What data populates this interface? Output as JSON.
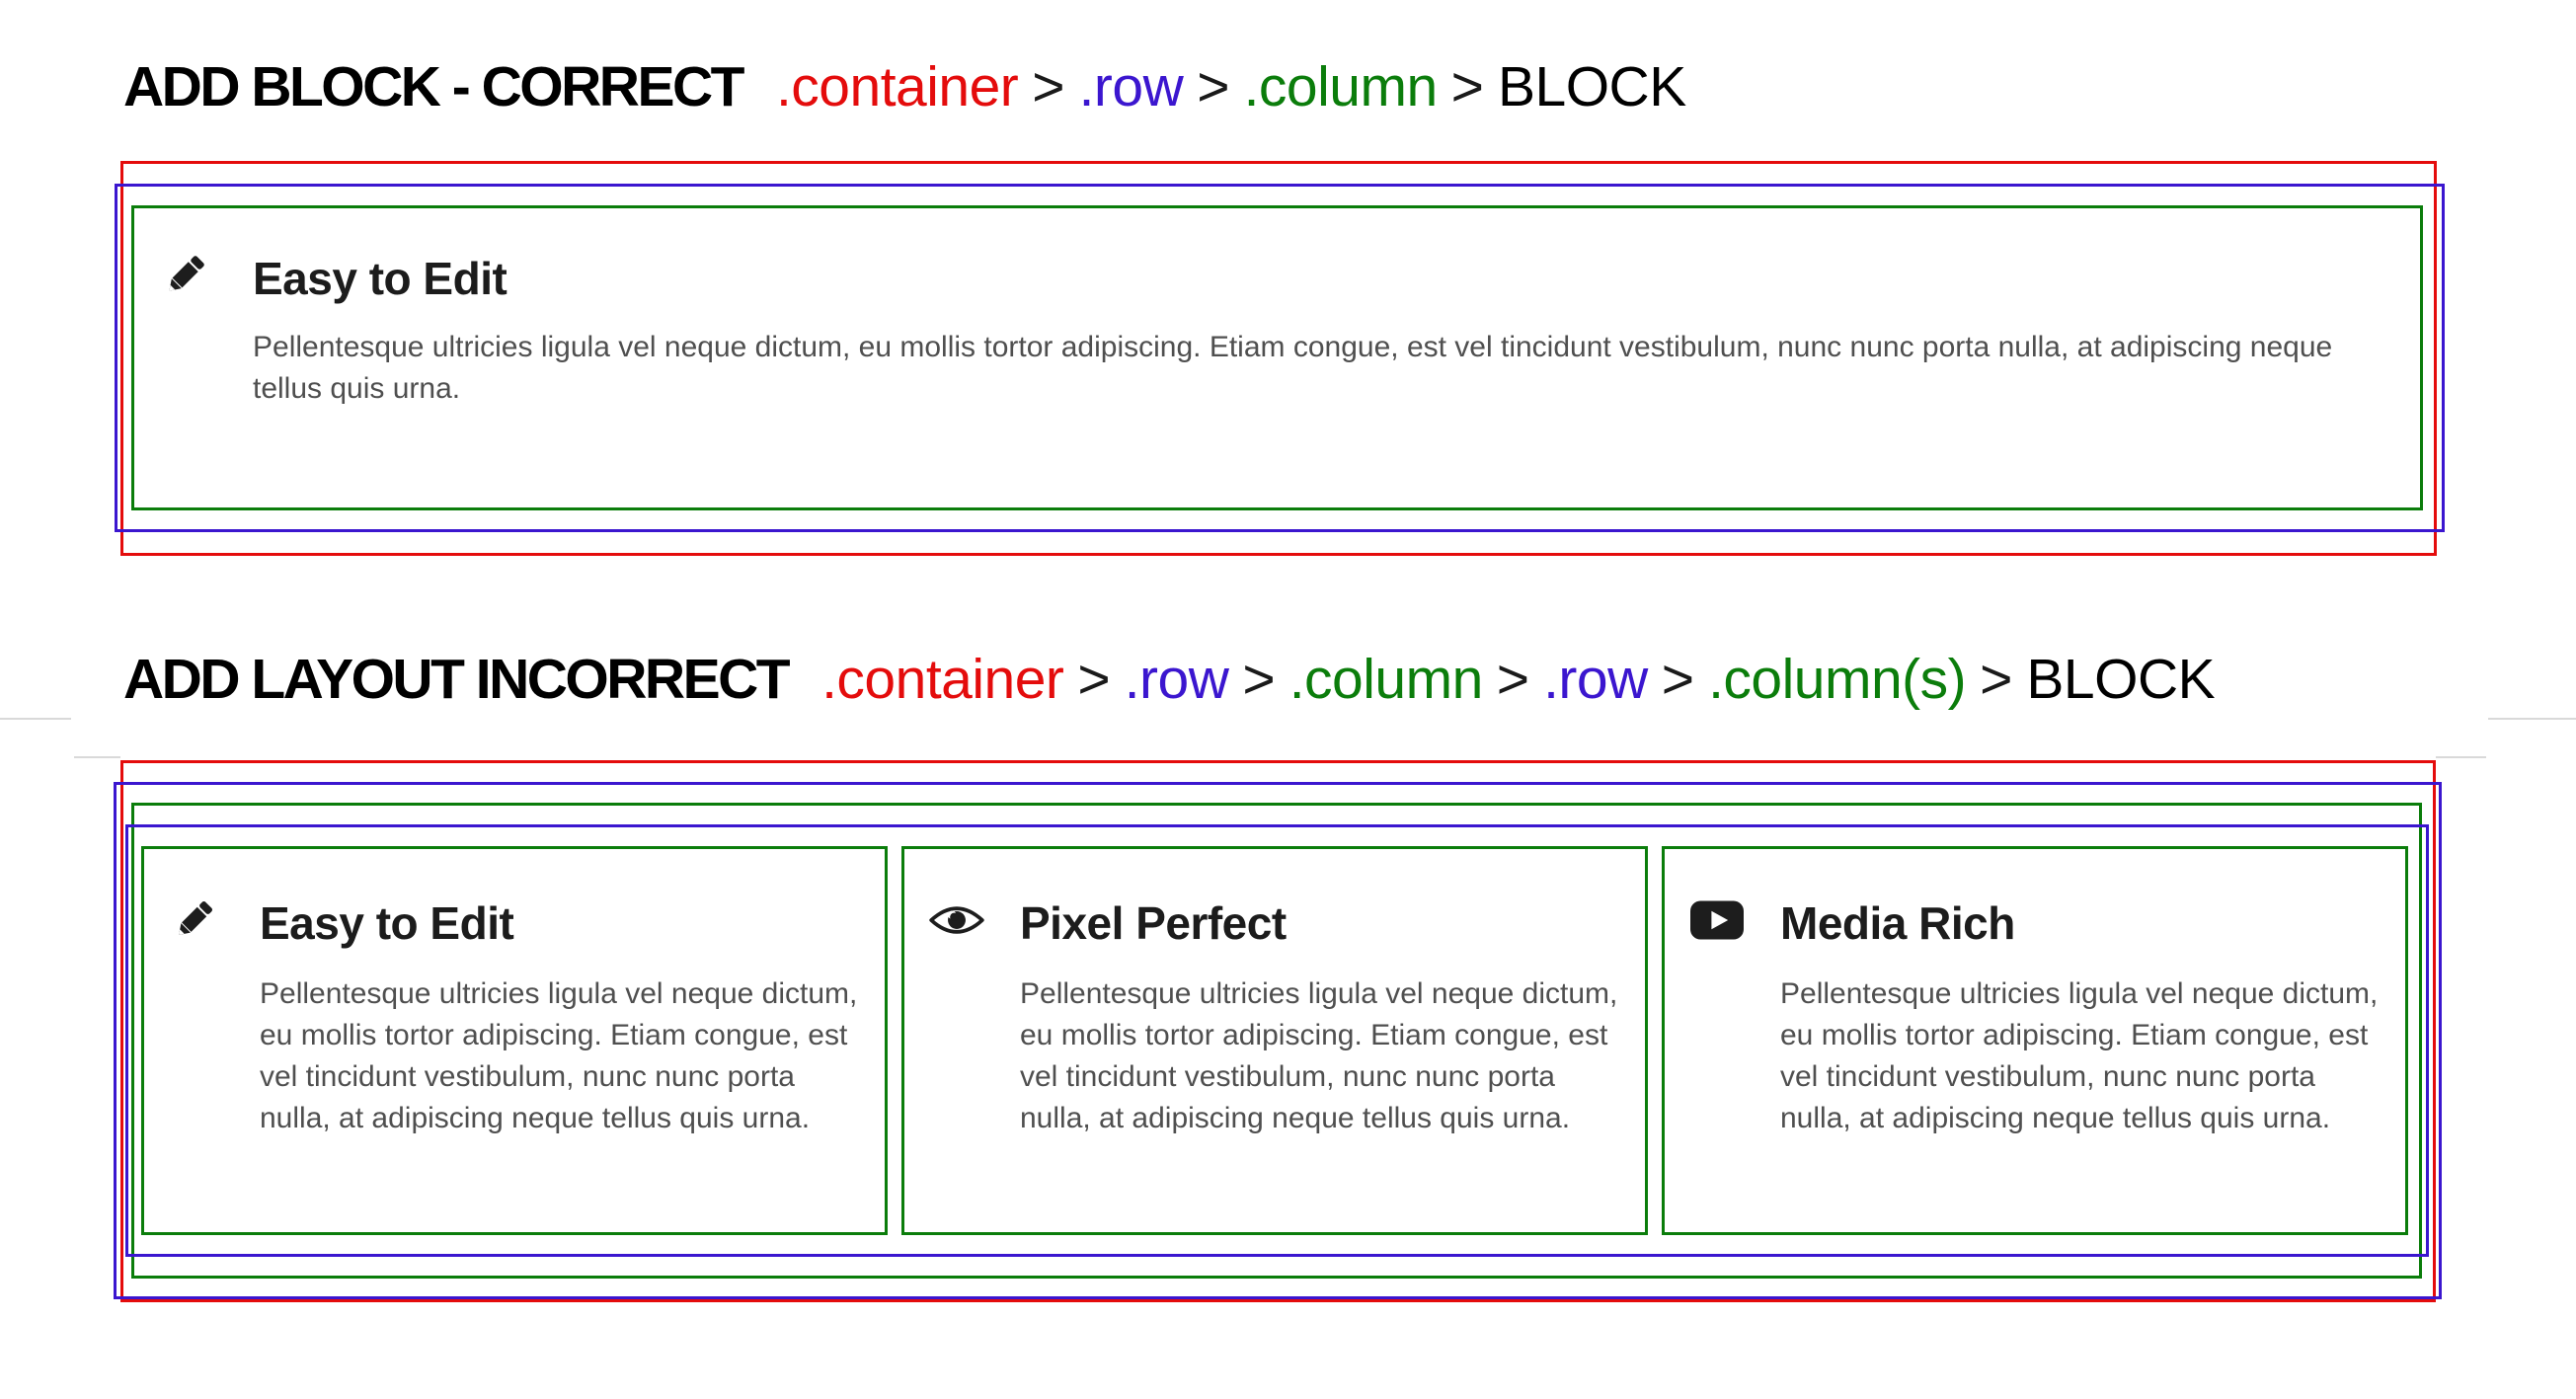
{
  "colors": {
    "container": "#e40c0c",
    "row": "#3b16cf",
    "column": "#0b7d0b",
    "title_text": "#000000",
    "separator_text": "#1a1a1a",
    "block_text": "#000000",
    "heading_text": "#1c1c1c",
    "body_text": "#4f4f4f",
    "icon": "#1d1d1d",
    "page_divider": "#d9d9d9"
  },
  "section_correct": {
    "title": "ADD BLOCK - CORRECT",
    "hierarchy": [
      {
        "text": ".container"
      },
      {
        "text": ">"
      },
      {
        "text": ".row"
      },
      {
        "text": ">"
      },
      {
        "text": ".column"
      },
      {
        "text": ">"
      },
      {
        "text": "BLOCK"
      }
    ],
    "card": {
      "icon": "pencil-icon",
      "heading": "Easy to Edit",
      "body": "Pellentesque ultricies ligula vel neque dictum, eu mollis tortor adipiscing. Etiam congue, est vel tincidunt vestibulum, nunc nunc porta nulla, at adipiscing neque tellus quis urna."
    }
  },
  "section_incorrect": {
    "title": "ADD LAYOUT INCORRECT",
    "hierarchy": [
      {
        "text": ".container"
      },
      {
        "text": ">"
      },
      {
        "text": ".row"
      },
      {
        "text": ">"
      },
      {
        "text": ".column"
      },
      {
        "text": ">"
      },
      {
        "text": ".row"
      },
      {
        "text": ">"
      },
      {
        "text": ".column(s)"
      },
      {
        "text": ">"
      },
      {
        "text": "BLOCK"
      }
    ],
    "columns": [
      {
        "icon": "pencil-icon",
        "heading": "Easy to Edit",
        "body": "Pellentesque ultricies ligula vel neque dictum, eu mollis tortor adipiscing. Etiam congue, est vel tincidunt vestibulum, nunc nunc porta nulla, at adipiscing neque tellus quis urna."
      },
      {
        "icon": "eye-icon",
        "heading": "Pixel Perfect",
        "body": "Pellentesque ultricies ligula vel neque dictum, eu mollis tortor adipiscing. Etiam congue, est vel tincidunt vestibulum, nunc nunc porta nulla, at adipiscing neque tellus quis urna."
      },
      {
        "icon": "youtube-play-icon",
        "heading": "Media Rich",
        "body": "Pellentesque ultricies ligula vel neque dictum, eu mollis tortor adipiscing. Etiam congue, est vel tincidunt vestibulum, nunc nunc porta nulla, at adipiscing neque tellus quis urna."
      }
    ]
  }
}
